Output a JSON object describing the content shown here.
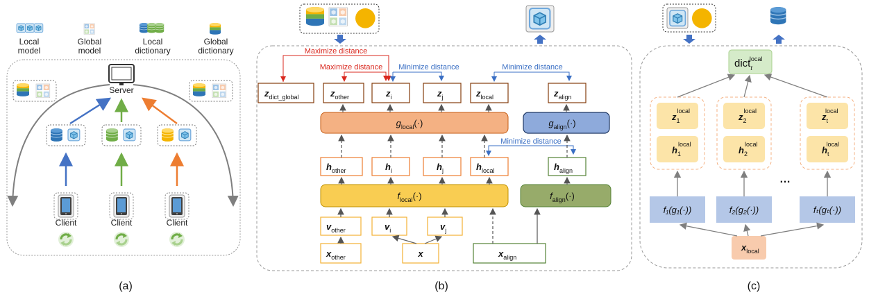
{
  "legend": [
    {
      "label": "Local\nmodel"
    },
    {
      "label": "Global\nmodel"
    },
    {
      "label": "Local\ndictionary"
    },
    {
      "label": "Global\ndictionary"
    }
  ],
  "panel_a": {
    "server_label": "Server",
    "client_labels": [
      "Client",
      "Client",
      "Client"
    ],
    "caption": "(a)"
  },
  "panel_b": {
    "z_boxes": [
      {
        "main": "z",
        "sub": "dict_global"
      },
      {
        "main": "z",
        "sub": "other"
      },
      {
        "main": "z",
        "sub": "i"
      },
      {
        "main": "z",
        "sub": "j"
      },
      {
        "main": "z",
        "sub": "local"
      },
      {
        "main": "z",
        "sub": "align"
      }
    ],
    "maximize_label": "Maximize distance",
    "minimize_label": "Minimize distance",
    "g_local": {
      "main": "g",
      "sub": "local",
      "tail": "(·)"
    },
    "g_align": {
      "main": "g",
      "sub": "align",
      "tail": "(·)"
    },
    "h_boxes": [
      {
        "main": "h",
        "sub": "other"
      },
      {
        "main": "h",
        "sub": "i"
      },
      {
        "main": "h",
        "sub": "j"
      },
      {
        "main": "h",
        "sub": "local"
      },
      {
        "main": "h",
        "sub": "align"
      }
    ],
    "f_local": {
      "main": "f",
      "sub": "local",
      "tail": "(·)"
    },
    "f_align": {
      "main": "f",
      "sub": "align",
      "tail": "(·)"
    },
    "v_boxes": [
      {
        "main": "v",
        "sub": "other"
      },
      {
        "main": "v",
        "sub": "i"
      },
      {
        "main": "v",
        "sub": "j"
      }
    ],
    "x_boxes": [
      {
        "main": "x",
        "sub": "other"
      },
      {
        "main": "x",
        "sub": ""
      },
      {
        "main": "x",
        "sub": "align"
      }
    ],
    "caption": "(b)"
  },
  "panel_c": {
    "dict": {
      "main": "dict",
      "sub": "t",
      "sup": "local"
    },
    "columns": [
      {
        "z": {
          "main": "z",
          "sub": "1",
          "sup": "local"
        },
        "h": {
          "main": "h",
          "sub": "1",
          "sup": "local"
        },
        "f": "f₁(g₁(·))"
      },
      {
        "z": {
          "main": "z",
          "sub": "2",
          "sup": "local"
        },
        "h": {
          "main": "h",
          "sub": "2",
          "sup": "local"
        },
        "f": "f₂(g₂(·))"
      },
      {
        "z": {
          "main": "z",
          "sub": "t",
          "sup": "local"
        },
        "h": {
          "main": "h",
          "sub": "t",
          "sup": "local"
        },
        "f": "fₜ(gₜ(·))"
      }
    ],
    "ellipsis": "…",
    "x": {
      "main": "x",
      "sub": "local"
    },
    "caption": "(c)"
  },
  "colors": {
    "orange_fill": "#f4b183",
    "yellow_fill": "#f9cd52",
    "blue_fill": "#8eaadb",
    "green_fill": "#97ab6a",
    "pale_yellow": "#fce4a8",
    "pale_blue": "#b4c7e7",
    "pale_green": "#d5ebc9",
    "pale_red": "#f8cbad",
    "arrow_blue": "#4472c4",
    "arrow_green": "#70ad47",
    "arrow_orange": "#ed7d31",
    "red": "#d9281f",
    "z_border": "#843c0c",
    "box_orange_border": "#ed7d31",
    "box_yellow_border": "#f2b134",
    "box_green_border": "#548235"
  }
}
